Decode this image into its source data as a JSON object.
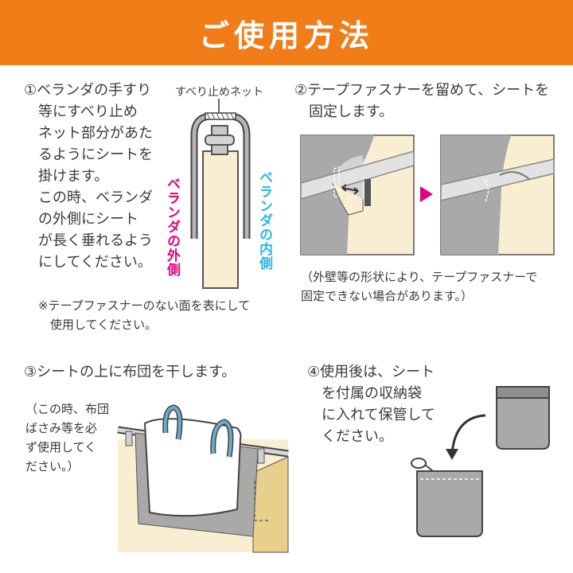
{
  "header": {
    "title": "ご使用方法",
    "bg_color": "#f07d17"
  },
  "step1": {
    "text": "①ベランダの手すり\n　等にすべり止め\n　ネット部分があた\n　るようにシートを\n　掛けます。\n　この時、ベランダ\n　の外側にシート\n　が長く垂れるよう\n　にしてください。",
    "net_label": "すべり止めネット",
    "outside_label": "ベランダの外側",
    "inside_label": "ベランダの内側",
    "outside_color": "#e4007f",
    "inside_color": "#29b6e8",
    "note": "※テープファスナーのない面を表にして\n　使用してください。"
  },
  "step2": {
    "text": "②テープファスナーを留めて、シートを\n　固定します。",
    "note": "（外壁等の形状により、テープファスナーで\n固定できない場合があります。）",
    "arrow_color": "#e4007f"
  },
  "step3": {
    "text": "③シートの上に布団を干します。",
    "note": "（この時、布団\nばさみ等を必\nず使用してく\nださい。）",
    "clip_color": "#6fa9c9"
  },
  "step4": {
    "text": "④使用後は、シート\n　を付属の収納袋\n　に入れて保管して\n　ください。"
  }
}
